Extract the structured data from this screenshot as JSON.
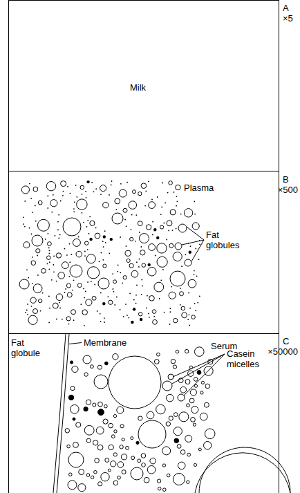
{
  "diagram": {
    "nodes": [
      {
        "text": [
          "Milk"
        ]
      },
      {
        "text": [
          "Plasma"
        ]
      },
      {
        "text": [
          "Serum"
        ]
      }
    ],
    "labels": [
      "A",
      "×5",
      "B",
      "×500",
      "Fat globules",
      "C",
      "×50000",
      "Fat globule",
      "Membrane",
      "Casein micelles"
    ]
  }
}
